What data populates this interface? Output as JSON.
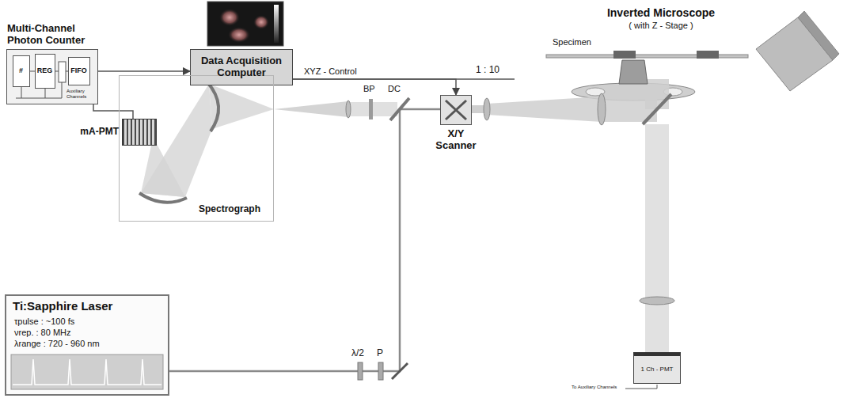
{
  "diagram": {
    "nodes": [
      {
        "text": [
          "Multi-Channel Photon Counter"
        ]
      },
      {
        "text": [
          "#"
        ],
        "in": 0
      },
      {
        "text": [
          "REG"
        ],
        "in": 0
      },
      {
        "text": [
          "FIFO"
        ],
        "in": 0
      },
      {
        "text": [
          "Data Acquisition Computer"
        ]
      },
      {
        "text": [
          "Spectrograph"
        ]
      },
      {
        "text": [
          "mA-PMT"
        ],
        "in": 5
      },
      {
        "text": [
          "X/Y Scanner"
        ]
      },
      {
        "text": [
          "Inverted Microscope",
          "( with Z - Stage )"
        ]
      },
      {
        "text": [
          "1 Ch - PMT"
        ],
        "in": 8
      },
      {
        "text": [
          "Ti:Sapphire Laser",
          "τpulse : ~100 fs",
          "νrep. : 80 MHz",
          "λrange : 720 - 960 nm"
        ]
      }
    ],
    "edges": [
      {
        "from": 0,
        "to": 4,
        "arrow": "to"
      },
      {
        "from": 4,
        "to": 7,
        "arrow": "to"
      },
      {
        "from": 4,
        "to": 8,
        "label": "XYZ - Control",
        "arrow": "none"
      },
      {
        "from": 6,
        "to": 0,
        "arrow": "none"
      }
    ],
    "labels": [
      "Auxiliary Channels",
      "Specimen",
      "BP",
      "DC",
      "1 : 10",
      "λ/2",
      "P",
      "To Auxiliary Channels"
    ]
  }
}
